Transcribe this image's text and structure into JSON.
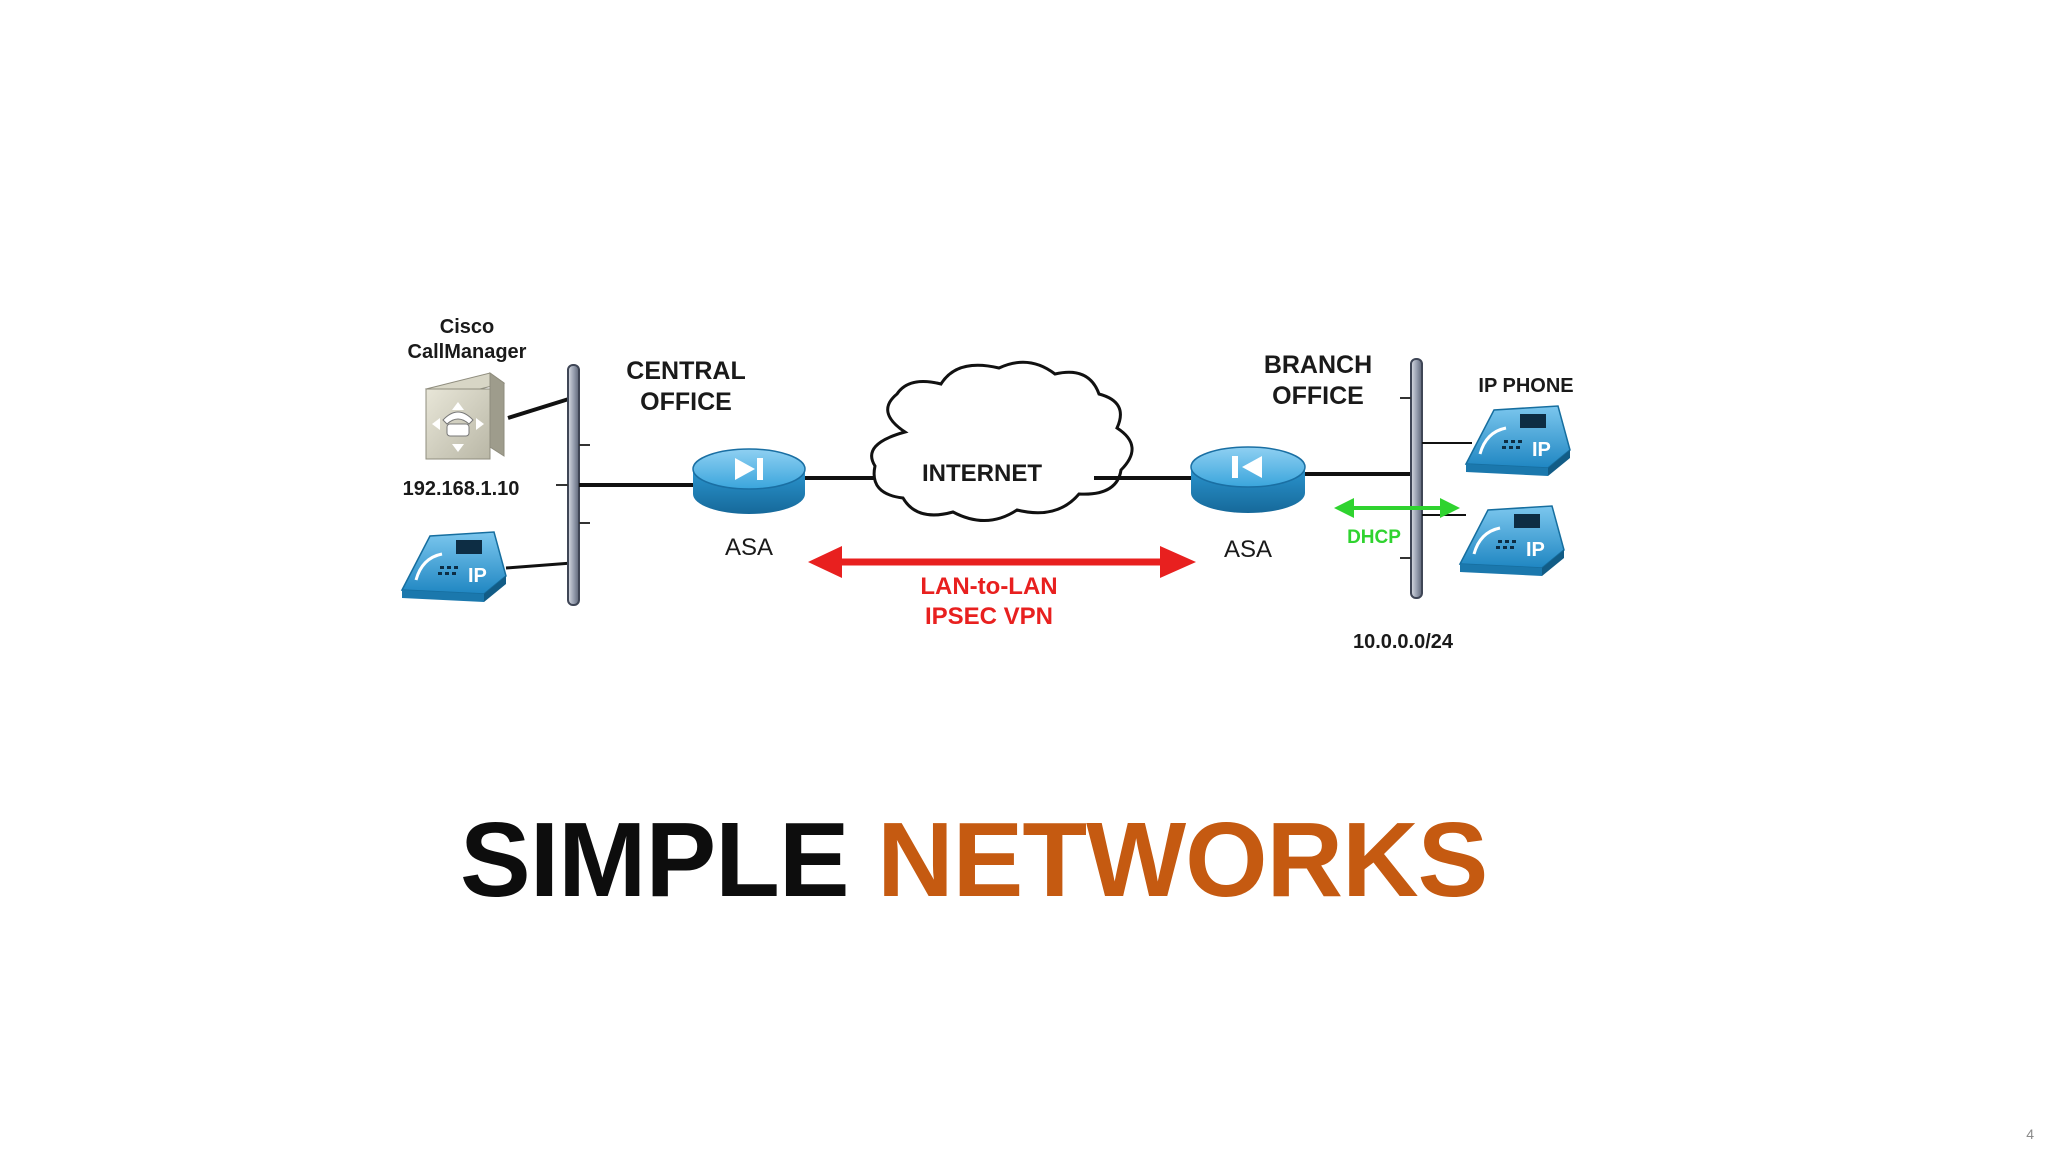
{
  "diagram": {
    "callmanager_label_line1": "Cisco",
    "callmanager_label_line2": "CallManager",
    "callmanager_ip": "192.168.1.10",
    "central_office_line1": "CENTRAL",
    "central_office_line2": "OFFICE",
    "branch_office_line1": "BRANCH",
    "branch_office_line2": "OFFICE",
    "internet_label": "INTERNET",
    "asa_left_label": "ASA",
    "asa_right_label": "ASA",
    "vpn_line1": "LAN-to-LAN",
    "vpn_line2": "IPSEC VPN",
    "ip_phone_label": "IP PHONE",
    "dhcp_label": "DHCP",
    "branch_subnet": "10.0.0.0/24",
    "phone_badge": "IP"
  },
  "title": {
    "part1": "SIMPLE ",
    "part2": "NETWORKS"
  },
  "page_number": "4",
  "colors": {
    "title_dark": "#0d0d0d",
    "title_accent": "#c55a11",
    "vpn_arrow": "#e8201f",
    "dhcp_arrow": "#2fd32f",
    "device_blue": "#2e9bd6"
  }
}
